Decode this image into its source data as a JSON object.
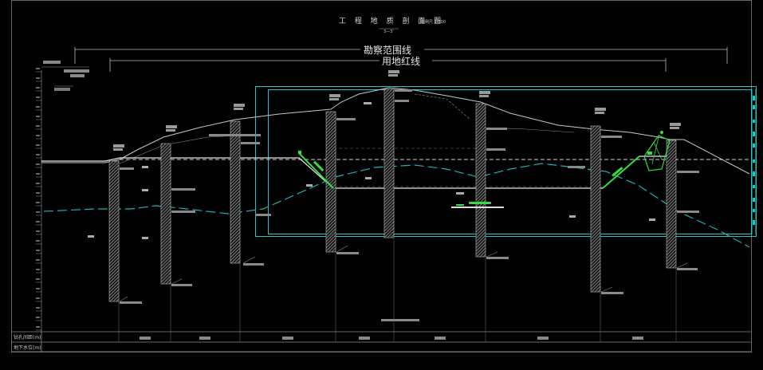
{
  "drawing": {
    "title": "工 程 地 质 剖 面 图",
    "scale": "比例尺 1:500",
    "section_id": "3—3'",
    "survey_line_label": "勘察范围线",
    "redline_label": "用地红线",
    "row_labels": [
      "钻孔间距(m)",
      "地下水位(m)"
    ],
    "colors": {
      "background": "#000000",
      "terrain": "#c8c8c8",
      "water_table": "#19b3b3",
      "frame": "#22c5c5",
      "retaining": "#33dd44"
    }
  }
}
